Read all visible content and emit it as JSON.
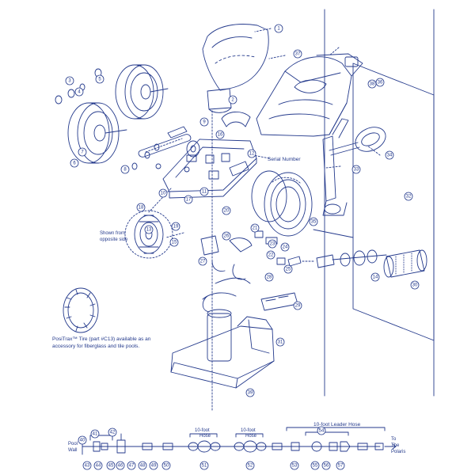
{
  "annotations": {
    "serial_number": "Serial Number",
    "shown_from_opposite_side_1": "Shown from",
    "shown_from_opposite_side_2": "opposite side",
    "positrax_1": "PosiTrax™ Tire (part #C13) available as an",
    "positrax_2": "accessory for fiberglass and tile pools.",
    "leader_hose": "10-foot Leader Hose",
    "hose_a_1": "10-foot",
    "hose_a_2": "Hose",
    "hose_b_1": "10-foot",
    "hose_b_2": "Hose",
    "pool_wall_1": "Pool",
    "pool_wall_2": "Wall",
    "to_polaris_1": "To",
    "to_polaris_2": "The",
    "to_polaris_3": "Polaris"
  },
  "callouts": [
    "1",
    "2",
    "3",
    "4",
    "5",
    "6",
    "7",
    "8",
    "9",
    "10",
    "11",
    "12",
    "13",
    "14",
    "15",
    "16",
    "17",
    "18",
    "19",
    "20",
    "21",
    "22",
    "23",
    "24",
    "25",
    "26",
    "27",
    "28",
    "29",
    "30",
    "31",
    "32",
    "33",
    "34",
    "35",
    "36",
    "37",
    "38",
    "39",
    "40",
    "41",
    "42",
    "43",
    "44",
    "45",
    "46",
    "47",
    "48",
    "49",
    "50",
    "51",
    "52",
    "53",
    "54",
    "55",
    "56",
    "57"
  ],
  "colors": {
    "ink": "#243a8c",
    "paper": "#ffffff"
  }
}
